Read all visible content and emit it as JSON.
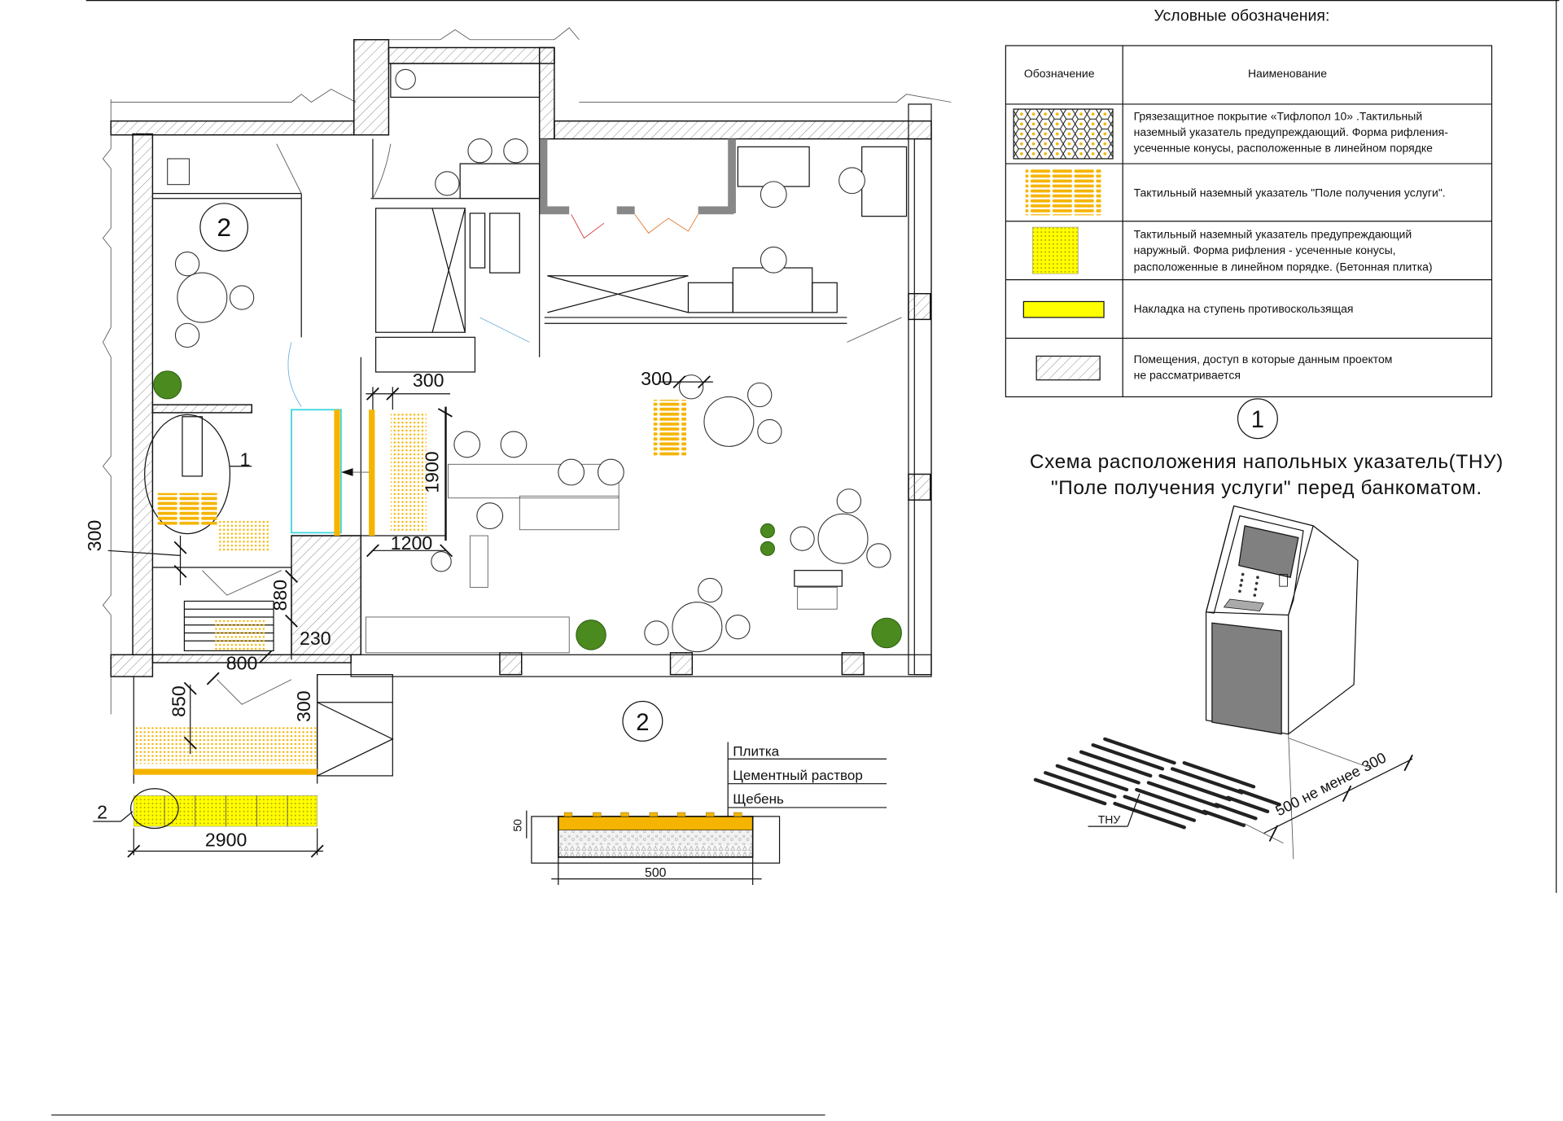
{
  "legend": {
    "title": "Условные обозначения:",
    "header_symbol": "Обозначение",
    "header_name": "Наименование",
    "rows": [
      {
        "symbol": "honeycomb-tactile-mat",
        "lines": [
          "Грязезащитное покрытие «Тифлопол 10» .Тактильный",
          "наземный указатель предупреждающий. Форма рифления-",
          "усеченные конусы, расположенные в линейном порядке"
        ]
      },
      {
        "symbol": "service-field-stripes",
        "lines": [
          "Тактильный наземный указатель \"Поле получения услуги\"."
        ]
      },
      {
        "symbol": "warning-dots-tile",
        "lines": [
          "Тактильный наземный указатель предупреждающий",
          "наружный. Форма рифления - усеченные конусы,",
          "расположенные в линейном порядке. (Бетонная плитка)"
        ]
      },
      {
        "symbol": "anti-slip-strip",
        "lines": [
          "Накладка на ступень противоскользящая"
        ]
      },
      {
        "symbol": "hatched-area",
        "lines": [
          "Помещения, доступ в которые данным проектом",
          "не рассматривается"
        ]
      }
    ]
  },
  "detail1": {
    "marker": "1",
    "title_line1": "Схема расположения напольных указатель(ТНУ)",
    "title_line2": "\"Поле получения услуги\"  перед банкоматом.",
    "callout": "ТНУ",
    "dimension": "500 не менее 300"
  },
  "detail2": {
    "marker": "2",
    "layers": [
      "Плитка",
      "Цементный раствор",
      "Щебень"
    ],
    "width_dim": "500",
    "height_dim": "50"
  },
  "plan": {
    "room_marker": "2",
    "callout1": "1",
    "callout2": "2",
    "dims": {
      "d300_top": "300",
      "d1900": "1900",
      "d1200": "1200",
      "d300_right": "300",
      "d300_left": "300",
      "d880": "880",
      "d230": "230",
      "d800": "800",
      "d850": "850",
      "d300_entry": "300",
      "d2900": "2900"
    }
  },
  "colors": {
    "tactile_orange": "#f5b400",
    "warning_yellow": "#ffff00",
    "plant_green": "#4a8a1e",
    "glass_cyan": "#3fd6e0",
    "atm_grey": "#808080"
  }
}
